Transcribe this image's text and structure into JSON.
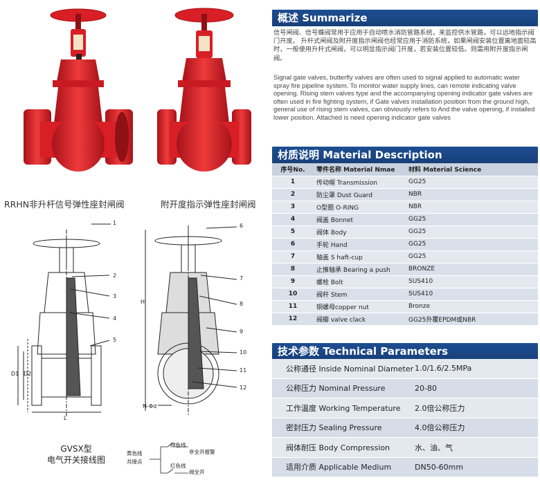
{
  "left": {
    "photo_captions": [
      "RRHN非升杆信号弹性座封闸阀",
      "附开度指示弹性座封闸阀"
    ],
    "diagram_labels": {
      "left_callouts": [
        "1",
        "2",
        "3",
        "4",
        "5"
      ],
      "right_callouts": [
        "6",
        "7",
        "8",
        "9",
        "10",
        "11",
        "12"
      ],
      "D1": "D1",
      "D2": "D2",
      "L": "L",
      "H": "H",
      "Nd": "N-Φd"
    },
    "wiring": {
      "title_line1": "GVSX型",
      "title_line2": "电气开关接线图",
      "yellow_line": "黄色线",
      "common_point": "共接点",
      "green_line": "绿色线",
      "green_desc": "非全开报警",
      "red_line": "红色线",
      "red_desc": "阀全开"
    }
  },
  "summary": {
    "title": "概述 Summarize",
    "cn_text": "信号闸阀、信号蝶阀常用于应用于自动喷水消防管路系统，来监控供水管路，可以远地指示阀门开度。 升杆式闸阀及附开度指示闸阀也经常应用于消防系统，如果闸阀安装位置离地面较高时，一般使用升杆式闸阀，可以明显指示阀门开度，若安装位置较低。则需用附开度指示闸阀。",
    "en_text": "Signal gate valves, butterfly valves are often used to signal applied to automatic water spray fire pipeline system. To monitor water supply lines, can remote indicating valve opening. Rising stem valves type and the accompanying opening indicator gate valves are often used in fire fighting system, if Gate valves installation position from the ground high, general use of rising stem valves, can obviously refers to And the valve opening, if installed lower position. Attached is need opening indicator gate valves"
  },
  "material": {
    "title": "材质说明 Material Description",
    "headers": [
      "序号No.",
      "零件名称 Material Nmae",
      "材料 Material Science"
    ],
    "rows": [
      [
        "1",
        "传动帽 Transmission",
        "GG25"
      ],
      [
        "2",
        "防尘罩 Dust Guard",
        "NBR"
      ],
      [
        "3",
        "O型圈 O-RING",
        "NBR"
      ],
      [
        "4",
        "阀盖 Bonnet",
        "GG25"
      ],
      [
        "5",
        "阀体 Body",
        "GG25"
      ],
      [
        "6",
        "手轮 Hand",
        "GG25"
      ],
      [
        "7",
        "轴盖 S haft-cup",
        "GG25"
      ],
      [
        "8",
        "止推轴承 Bearing a push",
        "BRONZE"
      ],
      [
        "9",
        "螺栓 Bolt",
        "SUS410"
      ],
      [
        "10",
        "阀杆 Stem",
        "SUS410"
      ],
      [
        "11",
        "铜螺母copper nut",
        "Bronze"
      ],
      [
        "12",
        "阀瓣 valve clack",
        "GG25外覆EPDM或NBR"
      ]
    ]
  },
  "technical": {
    "title": "技术参数 Technical Parameters",
    "rows": [
      [
        "公称通径 Inside Nominal Diameter",
        "1.0/1.6/2.5MPa"
      ],
      [
        "公称压力 Nominal Pressure",
        "20-80"
      ],
      [
        "工作温度 Working Temperature",
        "2.0倍公称压力"
      ],
      [
        "密封压力 Sealing Pressure",
        "4.0倍公称压力"
      ],
      [
        "阀体耐压 Body Compression",
        "水、油、气"
      ],
      [
        "适用介质 Applicable Medium",
        "DN50-60mm"
      ]
    ]
  },
  "colors": {
    "brand_blue": "#1d4e92",
    "valve_red": "#d81f26",
    "table_light": "#e4e9f0",
    "table_dark": "#d6dde8"
  }
}
